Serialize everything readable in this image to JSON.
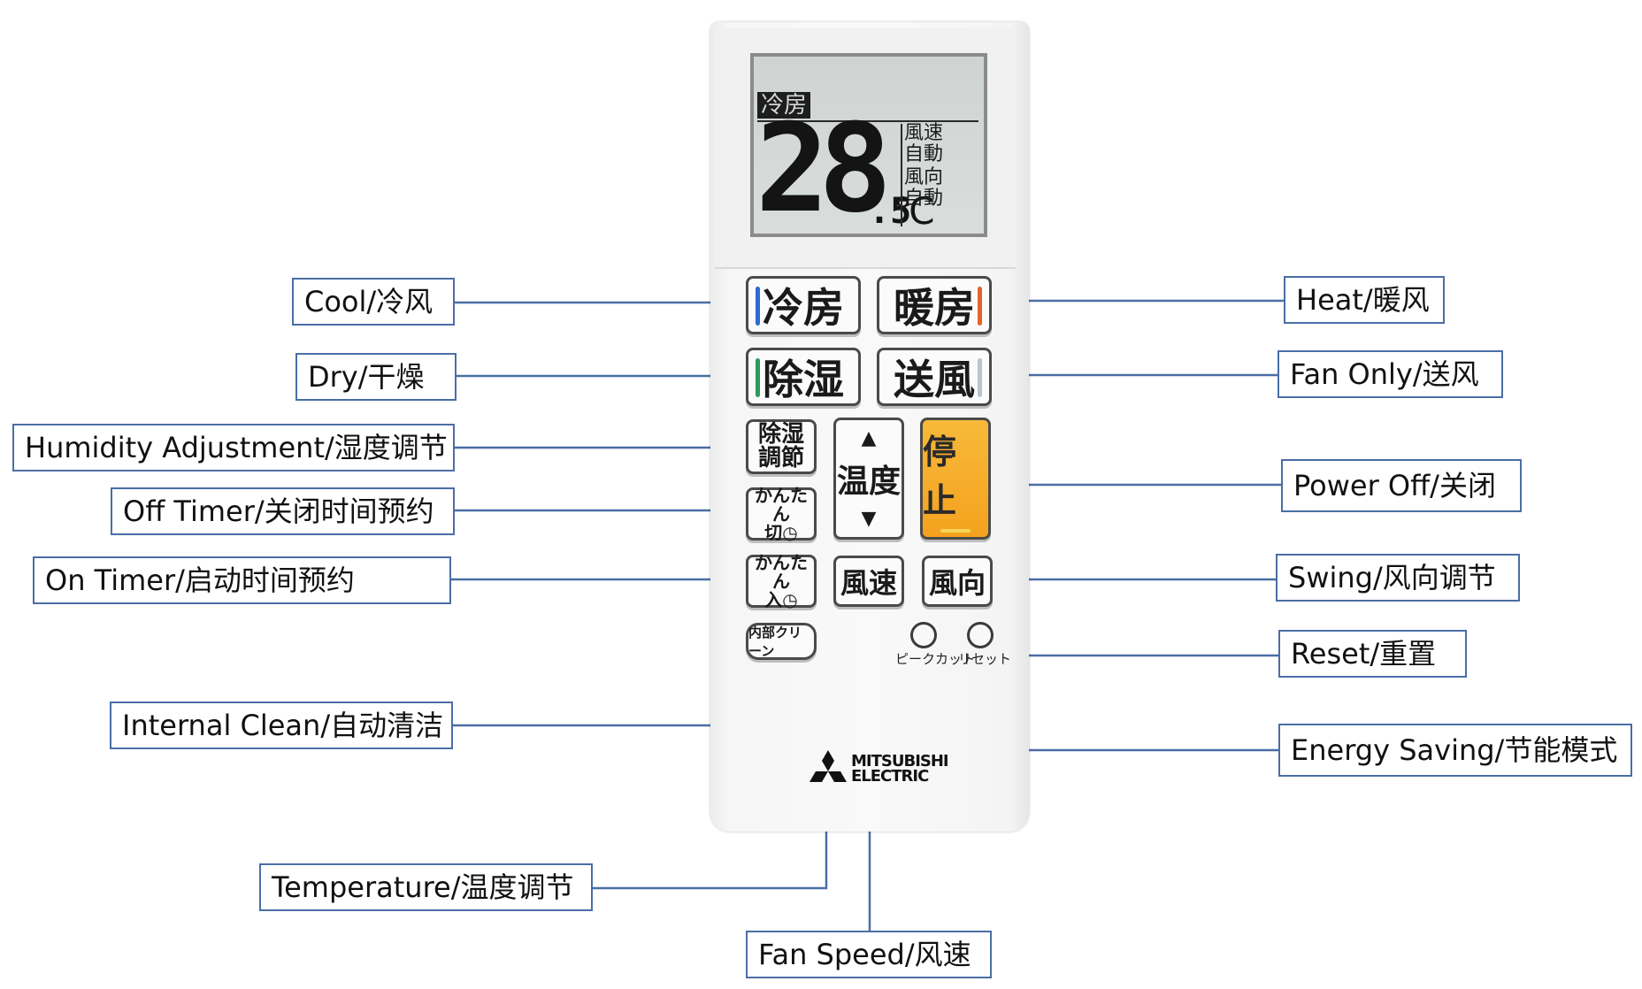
{
  "callouts": {
    "cool": "Cool/冷风",
    "dry": "Dry/干燥",
    "humidity": "Humidity Adjustment/湿度调节",
    "off_timer": "Off Timer/关闭时间预约",
    "on_timer": "On Timer/启动时间预约",
    "internal_clean": "Internal Clean/自动清洁",
    "temperature": "Temperature/温度调节",
    "fan_speed": "Fan Speed/风速",
    "heat": "Heat/暖风",
    "fan_only": "Fan Only/送风",
    "power_off": "Power Off/关闭",
    "swing": "Swing/风向调节",
    "reset": "Reset/重置",
    "energy_saving": "Energy Saving/节能模式"
  },
  "lcd": {
    "mode": "冷房",
    "temp_int": "28",
    "temp_dec": ".5",
    "unit": "℃",
    "fan_speed_label": "風速",
    "fan_speed_value": "自動",
    "direction_label": "風向",
    "direction_value": "自動"
  },
  "buttons": {
    "cool": "冷房",
    "heat": "暖房",
    "dry": "除湿",
    "fan": "送風",
    "humidity_top": "除湿",
    "humidity_bottom": "調節",
    "temp": "温度",
    "stop": "停止",
    "off_timer_top": "かんたん",
    "off_timer_bottom": "切",
    "on_timer_top": "かんたん",
    "on_timer_bottom": "入",
    "fan_speed": "風速",
    "direction": "風向",
    "internal_clean": "内部クリーン",
    "peak_cut": "ピークカット",
    "reset": "リセット"
  },
  "brand": {
    "line1": "MITSUBISHI",
    "line2": "ELECTRIC"
  },
  "colors": {
    "callout_border": "#4a6ea6",
    "leader_line": "#4a6ea6",
    "cool_bar": "#2a6bd1",
    "heat_bar": "#e8622a",
    "dry_bar": "#2e9a5e",
    "fan_bar": "#b8c4d0",
    "stop_button": "#f4a21e"
  }
}
